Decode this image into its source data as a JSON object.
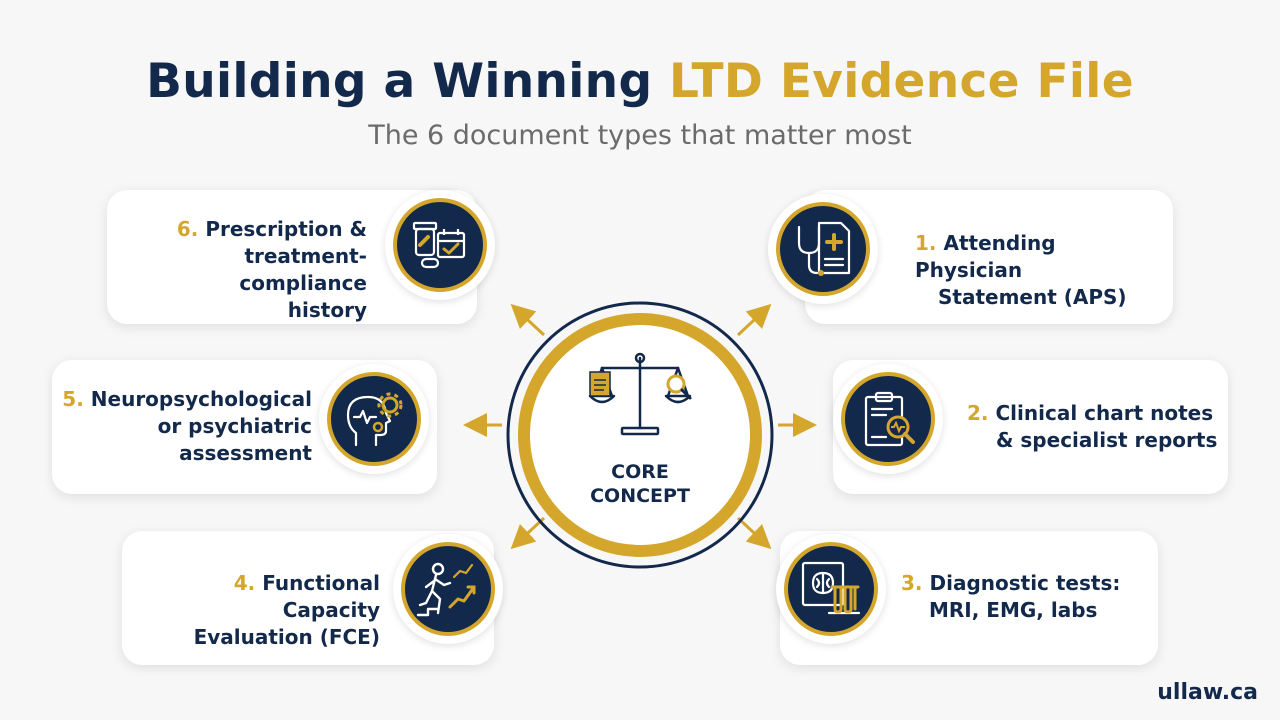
{
  "header": {
    "title_part1": "Building a Winning ",
    "title_part2": "LTD Evidence File",
    "subtitle": "The 6 document types that matter most"
  },
  "hub": {
    "line1": "CORE",
    "line2": "CONCEPT",
    "icon": "scales-of-justice-icon"
  },
  "items": [
    {
      "num": "1.",
      "lines": [
        "Attending Physician",
        "Statement (APS)"
      ],
      "icon": "stethoscope-document-icon"
    },
    {
      "num": "2.",
      "lines": [
        "Clinical chart notes",
        "& specialist reports"
      ],
      "icon": "clipboard-magnifier-icon"
    },
    {
      "num": "3.",
      "lines": [
        "Diagnostic tests:",
        "MRI, EMG, labs"
      ],
      "icon": "brain-scan-test-tubes-icon"
    },
    {
      "num": "4.",
      "lines": [
        "Functional Capacity",
        "Evaluation (FCE)"
      ],
      "icon": "person-climbing-chart-icon"
    },
    {
      "num": "5.",
      "lines": [
        "Neuropsychological",
        "or psychiatric",
        "assessment"
      ],
      "icon": "head-gears-icon"
    },
    {
      "num": "6.",
      "lines": [
        "Prescription &",
        "treatment-compliance",
        "history"
      ],
      "icon": "pill-bottle-calendar-icon"
    }
  ],
  "brand": "ullaw.ca",
  "colors": {
    "navy": "#13294b",
    "gold": "#d4a72c",
    "background": "#f7f7f7"
  }
}
